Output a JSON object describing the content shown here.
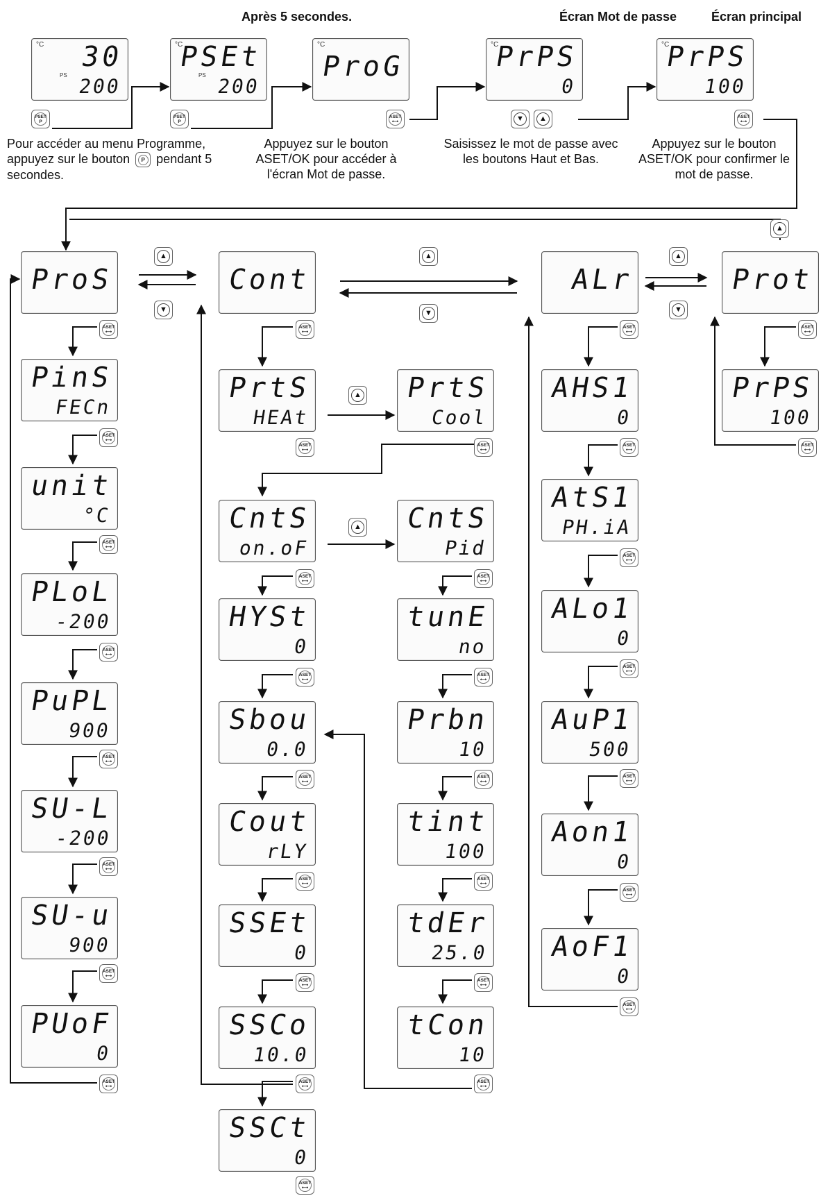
{
  "headers": {
    "after_5s": "Après 5 secondes.",
    "password_screen": "Écran Mot de passe",
    "main_screen": "Écran principal"
  },
  "top_flow": {
    "screens": [
      {
        "line1": "30",
        "line2": "200",
        "unit": "°C",
        "ps": "PS"
      },
      {
        "line1": "PSEt",
        "line2": "200",
        "unit": "°C",
        "ps": "PS"
      },
      {
        "line1": "ProG",
        "line2": "",
        "unit": "°C"
      },
      {
        "line1": "PrPS",
        "line2": "0",
        "unit": "°C"
      },
      {
        "line1": "PrPS",
        "line2": "100",
        "unit": "°C"
      }
    ],
    "notes": {
      "press_p": "Pour accéder au menu Programme, appuyez sur le bouton",
      "press_p_tail": "pendant 5 secondes.",
      "press_aset": "Appuyez sur le bouton ASET/OK pour accéder à l'écran Mot de passe.",
      "enter_pwd": "Saisissez le mot de passe avec les boutons Haut et Bas.",
      "confirm_pwd": "Appuyez sur le bouton ASET/OK pour confirmer le mot de passe."
    }
  },
  "buttons": {
    "pset_l1": "PSET",
    "pset_l2": "P",
    "p": "P",
    "aset_l1": "ASET",
    "aset_l2": "⟷",
    "up": "▲",
    "down": "▼"
  },
  "menus": {
    "process": [
      {
        "line1": "ProS",
        "line2": ""
      },
      {
        "line1": "PinS",
        "line2": "FECn"
      },
      {
        "line1": "unit",
        "line2": "°C"
      },
      {
        "line1": "PLoL",
        "line2": "-200"
      },
      {
        "line1": "PuPL",
        "line2": "900"
      },
      {
        "line1": "SU-L",
        "line2": "-200"
      },
      {
        "line1": "SU-u",
        "line2": "900"
      },
      {
        "line1": "PUoF",
        "line2": "0"
      }
    ],
    "control": [
      {
        "line1": "Cont",
        "line2": ""
      },
      {
        "line1": "PrtS",
        "line2": "HEAt"
      },
      {
        "line1": "CntS",
        "line2": "on.oF"
      },
      {
        "line1": "HYSt",
        "line2": "0"
      },
      {
        "line1": "Sbou",
        "line2": "0.0"
      },
      {
        "line1": "Cout",
        "line2": "rLY"
      },
      {
        "line1": "SSEt",
        "line2": "0"
      },
      {
        "line1": "SSCo",
        "line2": "10.0"
      },
      {
        "line1": "SSCt",
        "line2": "0"
      }
    ],
    "control_alt": [
      {
        "line1": "PrtS",
        "line2": "Cool"
      },
      {
        "line1": "CntS",
        "line2": "Pid"
      },
      {
        "line1": "tunE",
        "line2": "no"
      },
      {
        "line1": "Prbn",
        "line2": "10"
      },
      {
        "line1": "tint",
        "line2": "100"
      },
      {
        "line1": "tdEr",
        "line2": "25.0"
      },
      {
        "line1": "tCon",
        "line2": "10"
      }
    ],
    "alarm": [
      {
        "line1": "ALr",
        "line2": ""
      },
      {
        "line1": "AHS1",
        "line2": "0"
      },
      {
        "line1": "AtS1",
        "line2": "PH.iA"
      },
      {
        "line1": "ALo1",
        "line2": "0"
      },
      {
        "line1": "AuP1",
        "line2": "500"
      },
      {
        "line1": "Aon1",
        "line2": "0"
      },
      {
        "line1": "AoF1",
        "line2": "0"
      }
    ],
    "protect": [
      {
        "line1": "Prot",
        "line2": ""
      },
      {
        "line1": "PrPS",
        "line2": "100"
      }
    ]
  }
}
